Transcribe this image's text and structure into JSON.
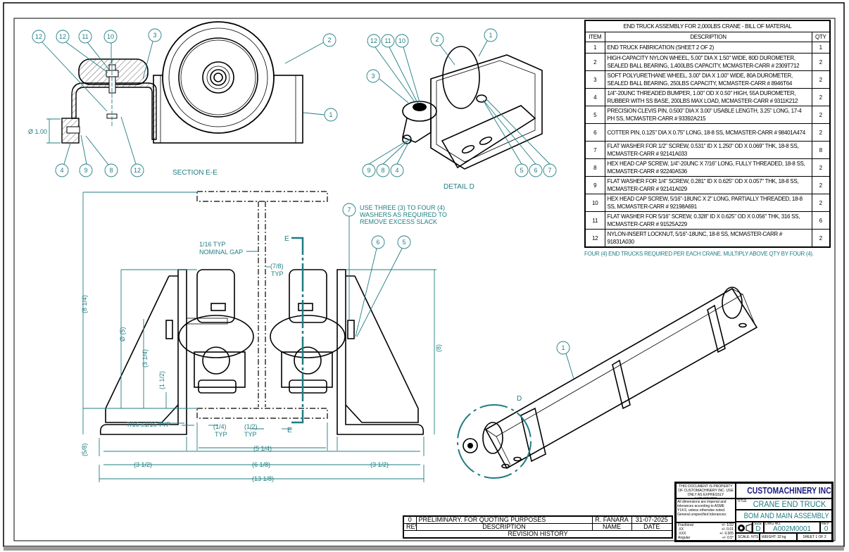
{
  "bom": {
    "title": "END TRUCK ASSEMBLY FOR 2,000LBS CRANE - BILL OF MATERIAL",
    "headers": [
      "ITEM",
      "DESCRIPTION",
      "QTY"
    ],
    "rows": [
      {
        "item": "1",
        "desc": "END TRUCK FABRICATION (SHEET 2 OF 2)",
        "qty": "1"
      },
      {
        "item": "2",
        "desc": "HIGH-CAPACITY NYLON WHEEL, 5.00\" DIA X 1.50\" WIDE, 80D DUROMETER, SEALED BALL BEARING, 1,400LBS CAPACITY, MCMASTER-CARR # 2309T712",
        "qty": "2"
      },
      {
        "item": "3",
        "desc": "SOFT POLYURETHANE WHEEL, 3.00\" DIA X 1.00\" WIDE, 80A DUROMETER, SEALED BALL BEARING, 250LBS CAPACITY, MCMASTER-CARR # 8946T64",
        "qty": "2"
      },
      {
        "item": "4",
        "desc": "1/4\"-20UNC THREADED BUMPER, 1.00\" OD X 0.50\" HIGH, 55A DUROMETER, RUBBER WITH SS BASE, 200LBS MAX LOAD, MCMASTER-CARR # 9311K212",
        "qty": "2"
      },
      {
        "item": "5",
        "desc": "PRECISION CLEVIS PIN, 0.500\" DIA X 3.00\" USABLE LENGTH, 3.25\" LONG, 17-4 PH SS, MCMASTER-CARR # 93392A215",
        "qty": "2"
      },
      {
        "item": "6",
        "desc": "COTTER PIN, 0.125\" DIA X 0.75\" LONG, 18-8 SS, MCMASTER-CARR # 98401A474",
        "qty": "2"
      },
      {
        "item": "7",
        "desc": "FLAT WASHER FOR 1/2\" SCREW, 0.531\" ID X 1.250\" OD X 0.069\" THK, 18-8 SS, MCMASTER-CARR # 92141A033",
        "qty": "8"
      },
      {
        "item": "8",
        "desc": "HEX HEAD CAP SCREW, 1/4\"-20UNC X 7/16\" LONG, FULLY THREADED, 18-8 SS, MCMASTER-CARR # 92240A536",
        "qty": "2"
      },
      {
        "item": "9",
        "desc": "FLAT WASHER FOR 1/4\" SCREW, 0.281\" ID X 0.625\" OD X 0.057\" THK, 18-8 SS, MCMASTER-CARR # 92141A029",
        "qty": "2"
      },
      {
        "item": "10",
        "desc": "HEX HEAD CAP SCREW, 5/16\"-18UNC X 2\" LONG, PARTIALLY THREADED, 18-8 SS, MCMASTER-CARR # 92198A691",
        "qty": "2"
      },
      {
        "item": "11",
        "desc": "FLAT WASHER FOR 5/16\" SCREW, 0.328\" ID X 0.625\" OD X 0.056\" THK, 316 SS, MCMASTER-CARR # 91525A229",
        "qty": "6"
      },
      {
        "item": "12",
        "desc": "NYLON-INSERT LOCKNUT, 5/16\"-18UNC, 18-8 SS, MCMASTER-CARR # 91831A030",
        "qty": "2"
      }
    ],
    "note": "FOUR (4) END TRUCKS REQUIRED PER EACH CRANE. MULTIPLY ABOVE QTY BY FOUR (4)."
  },
  "views": {
    "section_label": "SECTION E-E",
    "detail_label": "DETAIL D",
    "section_balloons": [
      "12",
      "12",
      "11",
      "10",
      "3",
      "2",
      "1",
      "4",
      "9",
      "8",
      "12"
    ],
    "detail_balloons": [
      "12",
      "11",
      "10",
      "2",
      "1",
      "3",
      "9",
      "8",
      "4",
      "5",
      "6",
      "7"
    ],
    "front_balloons": [
      "7",
      "6",
      "5"
    ],
    "iso_balloons": [
      "1"
    ],
    "section_dim": "Ø 1.00",
    "iso_detail_letter": "D",
    "washer_note": [
      "USE THREE (3) TO FOUR (4)",
      "WASHERS AS REQUIRED TO",
      "REMOVE EXCESS SLACK"
    ],
    "dims": {
      "gap": "1/16 TYP",
      "gap2": "NOMINAL GAP",
      "d78": "(7/8)",
      "d78typ": "TYP",
      "h814": "(8 1/4)",
      "dia5": "Ø (5)",
      "h314": "(3 1/4)",
      "h112": "(1 1/2)",
      "h8": "(8)",
      "h58": "(5/8)",
      "d716": "7/16 ±1/16 TYP",
      "d14": "(1/4)",
      "d14typ": "TYP",
      "d12": "(1/2)",
      "d12typ": "TYP",
      "w514": "(5 1/4)",
      "w312a": "(3 1/2)",
      "w618": "(6 1/8)",
      "w312b": "(3 1/2)",
      "w1318": "(13 1/8)",
      "cut_top": "E",
      "cut_bottom": "E"
    }
  },
  "revision": {
    "rev": "0",
    "description": "PRELIMINARY. FOR QUOTING PURPOSES",
    "name": "R. FANARA",
    "date": "31-07-2025",
    "headers": {
      "rev": "REV",
      "description": "DESCRIPTION",
      "name": "NAME",
      "date": "DATE"
    },
    "footer": "REVISION HISTORY"
  },
  "title_block": {
    "property_note": "THIS DOCUMENT IS PROPERTY OF CUSTOMACHINERY INC. USE ONLY AS EXPRESSLY AUTHORIZED",
    "company": "CUSTOMACHINERY INC.",
    "tolerance_note": "All dimensions are imperial and tolerances according to ASME Y14.5, unless otherwise noted. General unspecified tolerances:",
    "tolerances": [
      {
        "label": "Fractional",
        "value": "+/- 1/32"
      },
      {
        "label": ".XX",
        "value": "+/- 0.01"
      },
      {
        "label": ".XXX",
        "value": "+/- 0.005"
      },
      {
        "label": "Angular",
        "value": "+/- 0.5°"
      }
    ],
    "title_label": "TITLE",
    "title_line1": "CRANE END TRUCK",
    "title_line2": "BOM AND MAIN ASSEMBLY",
    "size_label": "SIZE",
    "size": "D",
    "dwg_label": "DWG NO.",
    "dwg_no": "A002M0001",
    "rev_label": "REV",
    "rev": "0",
    "scale": "SCALE: NTS",
    "weight": "WEIGHT: 32 kg",
    "sheet": "SHEET 1 OF 2"
  }
}
